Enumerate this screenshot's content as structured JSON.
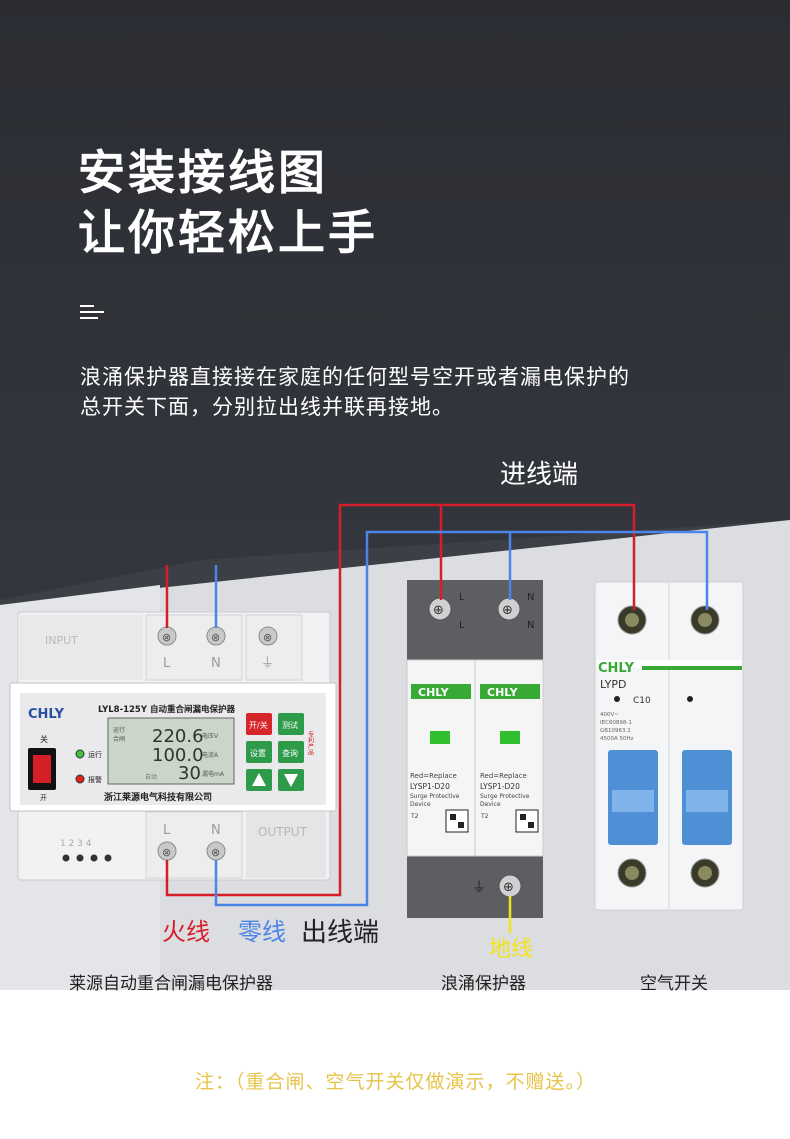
{
  "title_line1": "安装接线图",
  "title_line2": "让你轻松上手",
  "description": "浪涌保护器直接接在家庭的任何型号空开或者漏电保护的总开关下面，分别拉出线并联再接地。",
  "labels": {
    "input_end": "进线端",
    "live": "火线",
    "neutral": "零线",
    "output_end": "出线端",
    "ground": "地线"
  },
  "captions": {
    "device1": "莱源自动重合闸漏电保护器",
    "device2": "浪涌保护器",
    "device3": "空气开关"
  },
  "note": "注：（重合闸、空气开关仅做演示，不赠送。）",
  "colors": {
    "live": "#d61e2a",
    "neutral": "#4a86e8",
    "ground": "#f4e21a",
    "note": "#e6c44b"
  },
  "device1": {
    "brand": "CHLY",
    "model": "LYL8-125Y 自动重合闸漏电保护器",
    "input": "INPUT",
    "output": "OUTPUT",
    "terminal_L": "L",
    "terminal_N": "N",
    "switch_off": "关",
    "switch_on": "开",
    "run": "运行",
    "alarm": "报警",
    "lcd_left1": "运行",
    "lcd_left2": "合闸",
    "lcd_auto": "自动",
    "voltage": "220.6",
    "voltage_unit": "电压V",
    "current": "100.0",
    "current_unit": "电流A",
    "leakage": "30",
    "leakage_unit": "漏电mA",
    "btn_onoff": "开/关",
    "btn_test": "测试",
    "btn_set": "设置",
    "btn_query": "查询",
    "patent": "专利产品",
    "maker": "浙江莱源电气科技有限公司",
    "aux_numbers": "1  2  3  4"
  },
  "device2": {
    "brand": "CHLY",
    "terminal_L": "L",
    "terminal_N": "N",
    "replace": "Red=Replace",
    "model": "LYSP1-D20",
    "type_line1": "Surge Protective",
    "type_line2": "Device",
    "class": "T2"
  },
  "device3": {
    "brand": "CHLY",
    "model": "LYPD",
    "rating": "C10",
    "spec1": "400V~",
    "spec2": "IEC60898-1",
    "spec3": "GB10963.1",
    "spec4": "4500A 50Hz"
  }
}
